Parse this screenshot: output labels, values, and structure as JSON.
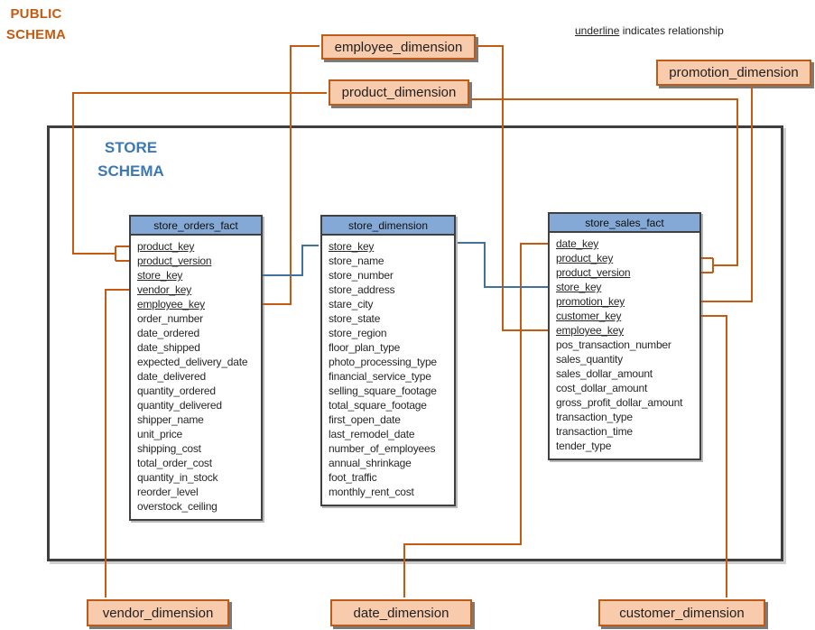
{
  "labels": {
    "public_schema": [
      "PUBLIC",
      "SCHEMA"
    ],
    "store_schema": [
      "STORE",
      "SCHEMA"
    ],
    "note_underlined_word": "underline",
    "note_rest": " indicates relationship"
  },
  "colors": {
    "relationship_orange": "#C55A11",
    "relationship_blue": "#41719C",
    "dimension_box_fill": "#F8CBAD",
    "dimension_box_border": "#BE5B17",
    "table_header_fill": "#85A9D6",
    "schema_border": "#3F3F3F",
    "public_schema_text": "#C55A11",
    "store_schema_text": "#3C78B4"
  },
  "dimension_boxes": {
    "employee": {
      "label": "employee_dimension"
    },
    "product": {
      "label": "product_dimension"
    },
    "promotion": {
      "label": "promotion_dimension"
    },
    "vendor": {
      "label": "vendor_dimension"
    },
    "date": {
      "label": "date_dimension"
    },
    "customer": {
      "label": "customer_dimension"
    }
  },
  "tables": {
    "store_orders_fact": {
      "title": "store_orders_fact",
      "fields": [
        {
          "name": "product_key",
          "key": true
        },
        {
          "name": "product_version",
          "key": true
        },
        {
          "name": "store_key",
          "key": true
        },
        {
          "name": "vendor_key",
          "key": true
        },
        {
          "name": "employee_key",
          "key": true
        },
        {
          "name": "order_number",
          "key": false
        },
        {
          "name": "date_ordered",
          "key": false
        },
        {
          "name": "date_shipped",
          "key": false
        },
        {
          "name": "expected_delivery_date",
          "key": false
        },
        {
          "name": "date_delivered",
          "key": false
        },
        {
          "name": "quantity_ordered",
          "key": false
        },
        {
          "name": "quantity_delivered",
          "key": false
        },
        {
          "name": "shipper_name",
          "key": false
        },
        {
          "name": "unit_price",
          "key": false
        },
        {
          "name": "shipping_cost",
          "key": false
        },
        {
          "name": "total_order_cost",
          "key": false
        },
        {
          "name": "quantity_in_stock",
          "key": false
        },
        {
          "name": "reorder_level",
          "key": false
        },
        {
          "name": "overstock_ceiling",
          "key": false
        }
      ]
    },
    "store_dimension": {
      "title": "store_dimension",
      "fields": [
        {
          "name": "store_key",
          "key": true
        },
        {
          "name": "store_name",
          "key": false
        },
        {
          "name": "store_number",
          "key": false
        },
        {
          "name": "store_address",
          "key": false
        },
        {
          "name": "stare_city",
          "key": false
        },
        {
          "name": "store_state",
          "key": false
        },
        {
          "name": "store_region",
          "key": false
        },
        {
          "name": "floor_plan_type",
          "key": false
        },
        {
          "name": "photo_processing_type",
          "key": false
        },
        {
          "name": "financial_service_type",
          "key": false
        },
        {
          "name": "selling_square_footage",
          "key": false
        },
        {
          "name": "total_square_footage",
          "key": false
        },
        {
          "name": "first_open_date",
          "key": false
        },
        {
          "name": "last_remodel_date",
          "key": false
        },
        {
          "name": "number_of_employees",
          "key": false
        },
        {
          "name": "annual_shrinkage",
          "key": false
        },
        {
          "name": "foot_traffic",
          "key": false
        },
        {
          "name": "monthly_rent_cost",
          "key": false
        }
      ]
    },
    "store_sales_fact": {
      "title": "store_sales_fact",
      "fields": [
        {
          "name": "date_key",
          "key": true
        },
        {
          "name": "product_key",
          "key": true
        },
        {
          "name": "product_version",
          "key": true
        },
        {
          "name": "store_key",
          "key": true
        },
        {
          "name": "promotion_key",
          "key": true
        },
        {
          "name": "customer_key",
          "key": true
        },
        {
          "name": "employee_key",
          "key": true
        },
        {
          "name": "pos_transaction_number",
          "key": false
        },
        {
          "name": "sales_quantity",
          "key": false
        },
        {
          "name": "sales_dollar_amount",
          "key": false
        },
        {
          "name": "cost_dollar_amount",
          "key": false
        },
        {
          "name": "gross_profit_dollar_amount",
          "key": false
        },
        {
          "name": "transaction_type",
          "key": false
        },
        {
          "name": "transaction_time",
          "key": false
        },
        {
          "name": "tender_type",
          "key": false
        }
      ]
    }
  },
  "relationships": [
    {
      "from": "store_orders_fact.product_key+product_version",
      "to": "product_dimension",
      "color": "orange"
    },
    {
      "from": "store_orders_fact.store_key",
      "to": "store_dimension.store_key",
      "color": "blue"
    },
    {
      "from": "store_orders_fact.vendor_key",
      "to": "vendor_dimension",
      "color": "orange"
    },
    {
      "from": "store_orders_fact.employee_key",
      "to": "employee_dimension",
      "color": "orange"
    },
    {
      "from": "store_sales_fact.date_key",
      "to": "date_dimension",
      "color": "orange"
    },
    {
      "from": "store_sales_fact.product_key+product_version",
      "to": "product_dimension",
      "color": "orange"
    },
    {
      "from": "store_sales_fact.store_key",
      "to": "store_dimension.store_key",
      "color": "blue"
    },
    {
      "from": "store_sales_fact.promotion_key",
      "to": "promotion_dimension",
      "color": "orange"
    },
    {
      "from": "store_sales_fact.customer_key",
      "to": "customer_dimension",
      "color": "orange"
    },
    {
      "from": "store_sales_fact.employee_key",
      "to": "employee_dimension",
      "color": "orange"
    }
  ]
}
